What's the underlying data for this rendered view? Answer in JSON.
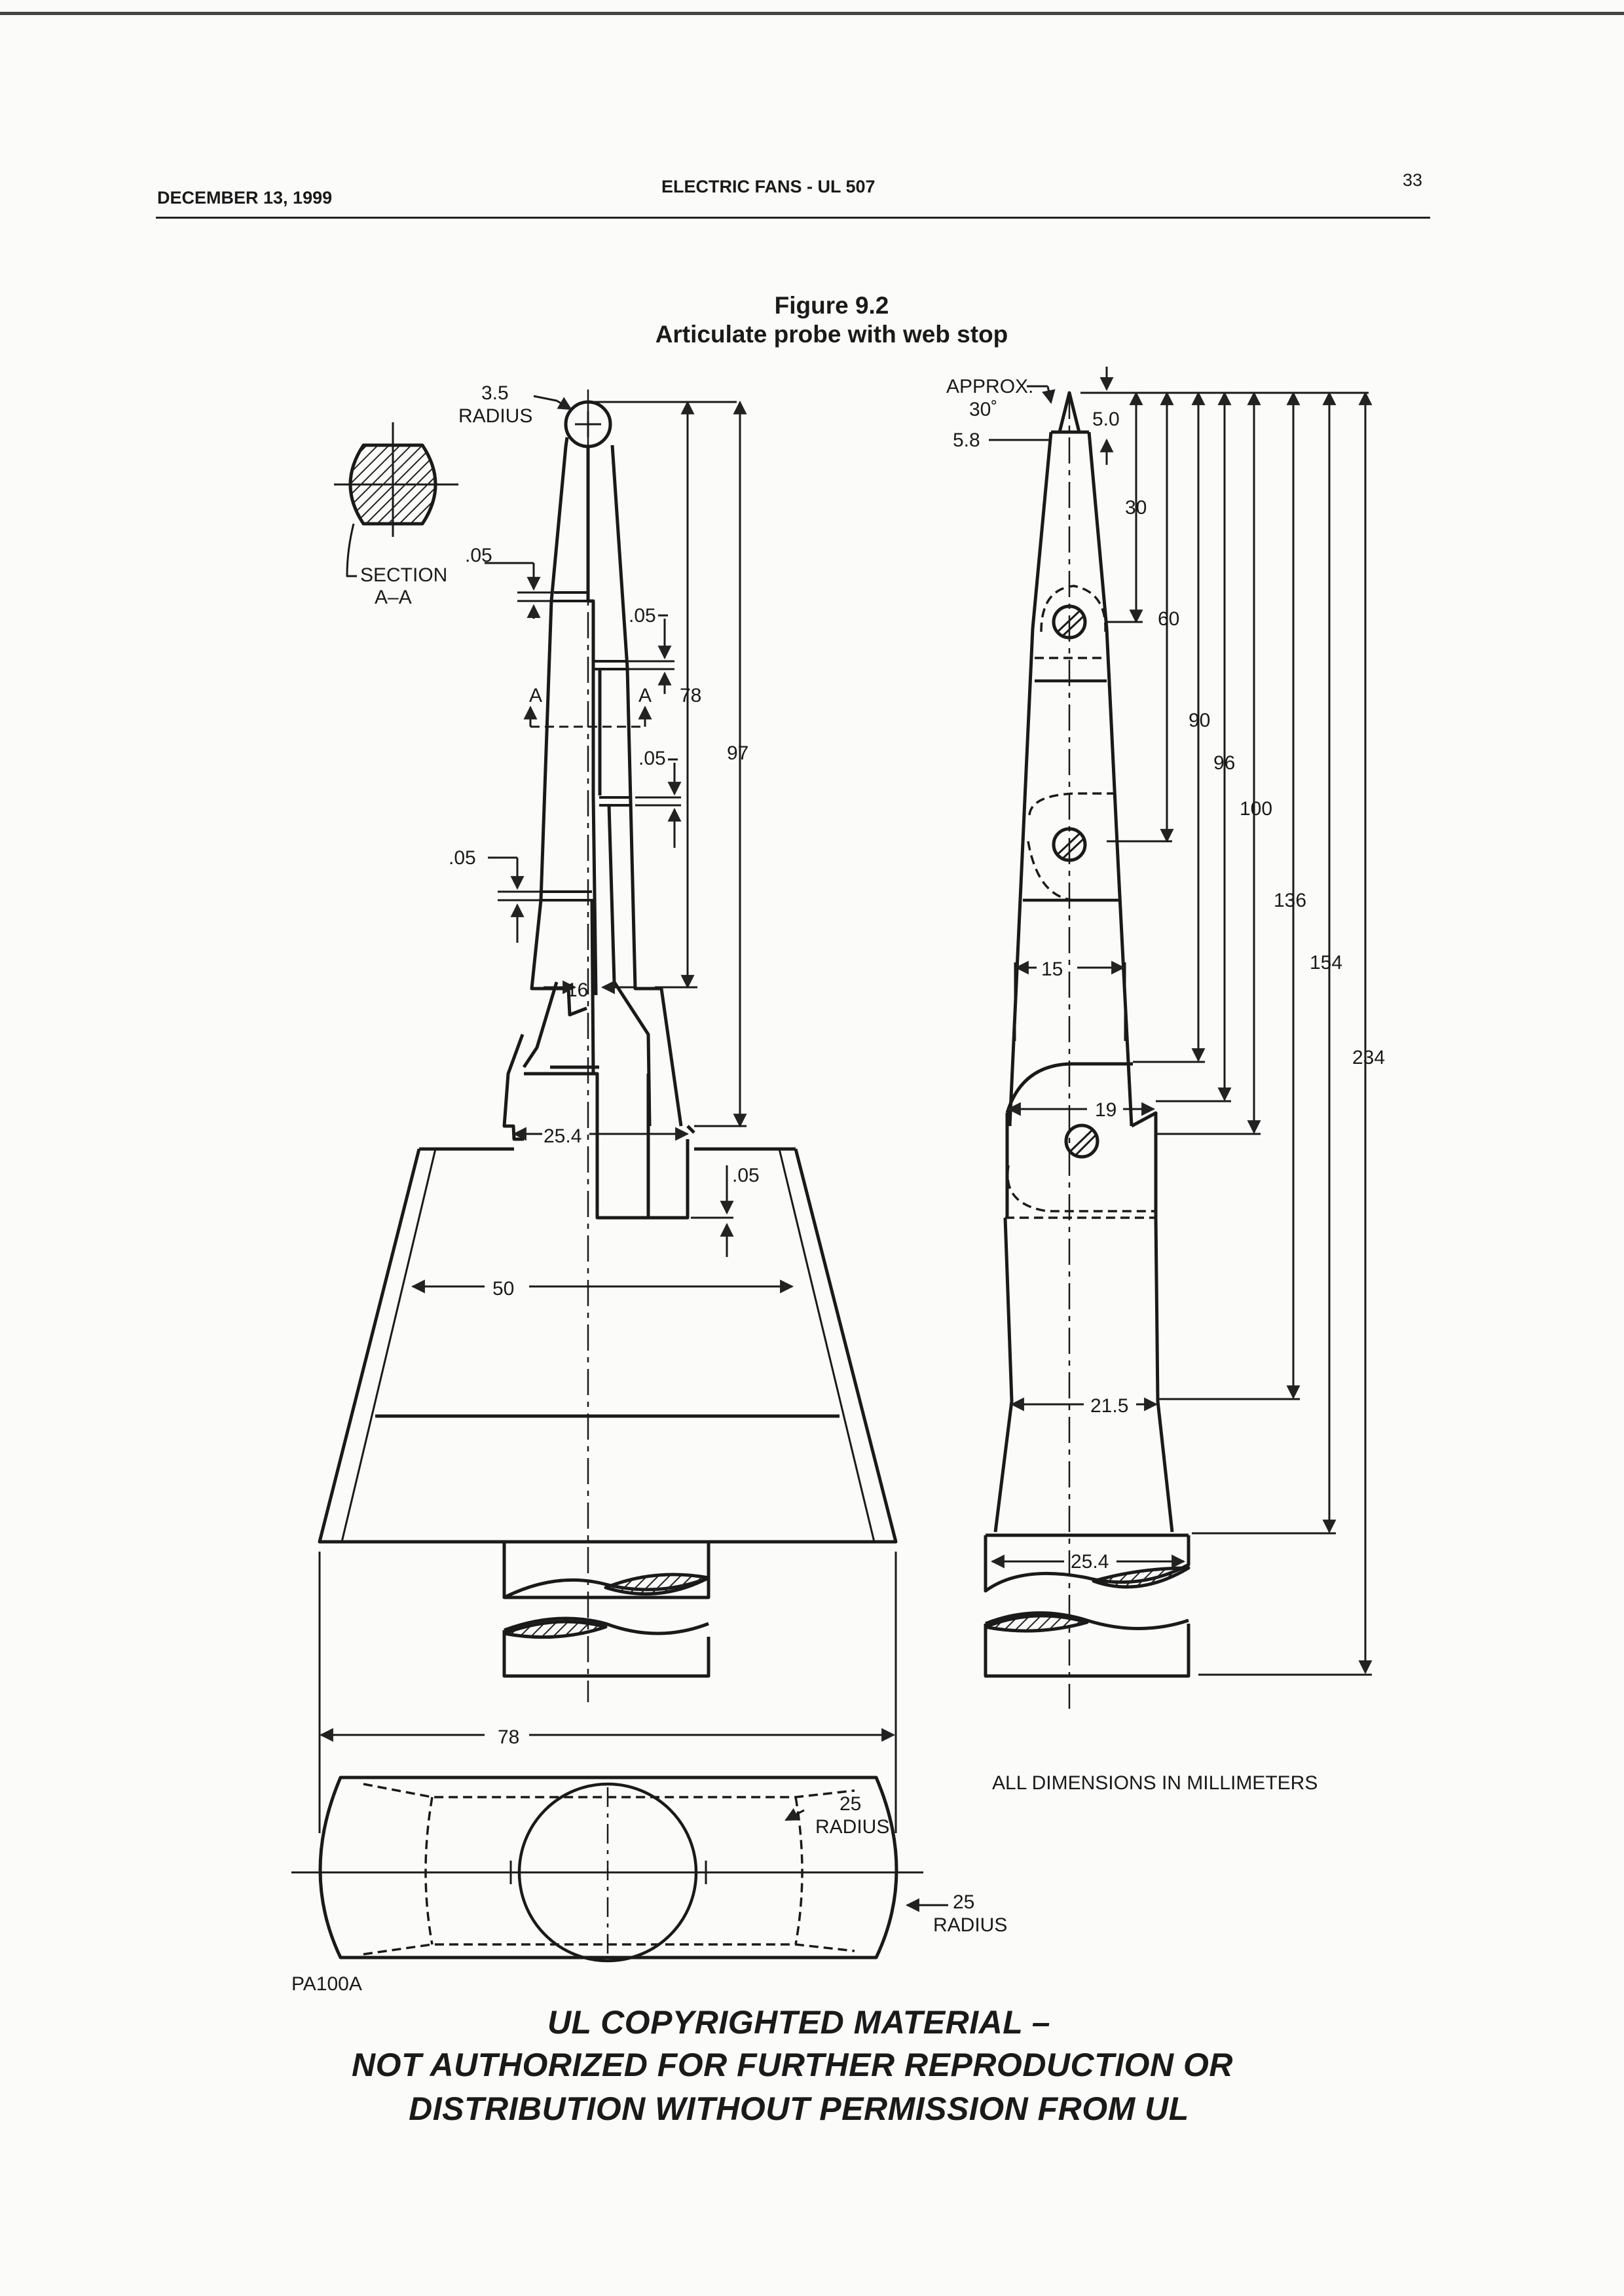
{
  "header": {
    "date": "DECEMBER 13, 1999",
    "title": "ELECTRIC FANS - UL 507",
    "page_number": "33"
  },
  "figure": {
    "number": "Figure 9.2",
    "caption": "Articulate probe with web stop"
  },
  "drawing": {
    "front_view": {
      "tip_radius": "3.5",
      "tip_radius_label": "RADIUS",
      "step_1": ".05",
      "step_2": ".05",
      "step_3": ".05",
      "step_4": ".05",
      "step_5": ".05",
      "section_marker_left": "A",
      "section_marker_right": "A",
      "dim_78": "78",
      "dim_97": "97",
      "dim_16": "16",
      "dim_25_4": "25.4",
      "dim_50": "50",
      "dim_base_78": "78",
      "base_radius_1": "25",
      "base_radius_1_label": "RADIUS",
      "base_radius_2": "25",
      "base_radius_2_label": "RADIUS",
      "part_number": "PA100A"
    },
    "section_view": {
      "label_line1": "SECTION",
      "label_line2": "A–A"
    },
    "side_view": {
      "approx_label": "APPROX.",
      "angle": "30˚",
      "tip_width": "5.8",
      "dim_5_0": "5.0",
      "dim_30": "30",
      "dim_60": "60",
      "dim_90": "90",
      "dim_96": "96",
      "dim_100": "100",
      "dim_136": "136",
      "dim_154": "154",
      "dim_234": "234",
      "dim_15": "15",
      "dim_19": "19",
      "dim_21_5": "21.5",
      "dim_25_4": "25.4"
    },
    "note": "ALL DIMENSIONS IN MILLIMETERS"
  },
  "footer": {
    "line1": "UL COPYRIGHTED MATERIAL –",
    "line2": "NOT AUTHORIZED FOR FURTHER REPRODUCTION OR",
    "line3": "DISTRIBUTION WITHOUT PERMISSION FROM UL"
  }
}
